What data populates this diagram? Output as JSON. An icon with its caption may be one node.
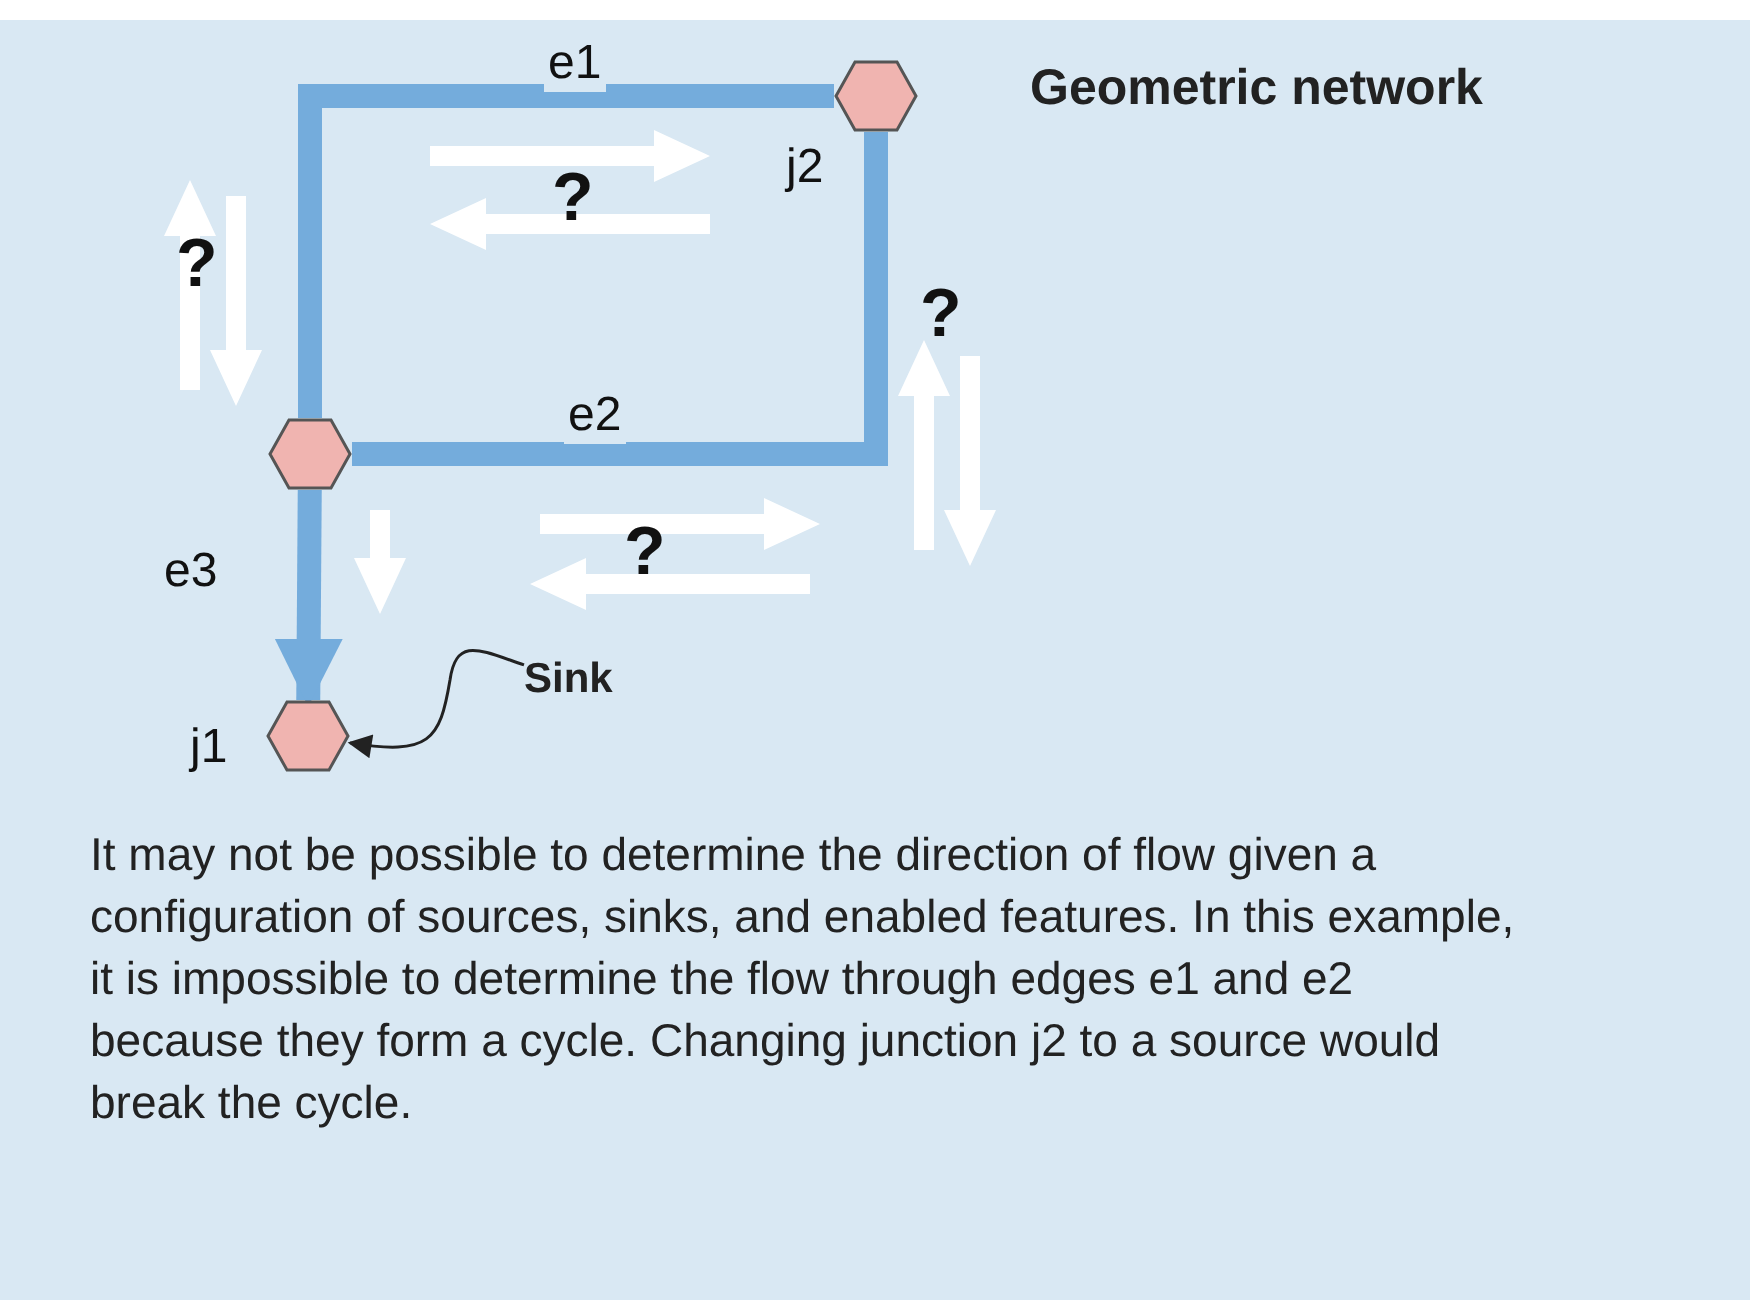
{
  "diagram": {
    "title": "Geometric network",
    "caption": "It may not be possible to determine the direction of flow given a configuration of sources, sinks, and enabled features. In this example, it is impossible to determine the flow through edges e1 and e2 because they form a cycle. Changing junction j2 to a source would break the cycle.",
    "nodes": [
      {
        "text": [],
        "shape": "hexagon",
        "beside": [
          "j2"
        ]
      },
      {
        "text": [],
        "shape": "hexagon"
      },
      {
        "text": [],
        "shape": "hexagon",
        "beside": [
          "j1"
        ]
      },
      {
        "text": [
          "Sink"
        ]
      }
    ],
    "edges": [
      {
        "from": 1,
        "to": 0,
        "arrow": "none",
        "label": "e1"
      },
      {
        "from": 1,
        "to": 0,
        "arrow": "none",
        "label": "e2"
      },
      {
        "from": 1,
        "to": 2,
        "arrow": "to",
        "label": "e3"
      },
      {
        "from": 3,
        "to": 2,
        "arrow": "to",
        "color": "#222222"
      }
    ],
    "labels": [
      "?",
      "?",
      "?",
      "?"
    ]
  }
}
